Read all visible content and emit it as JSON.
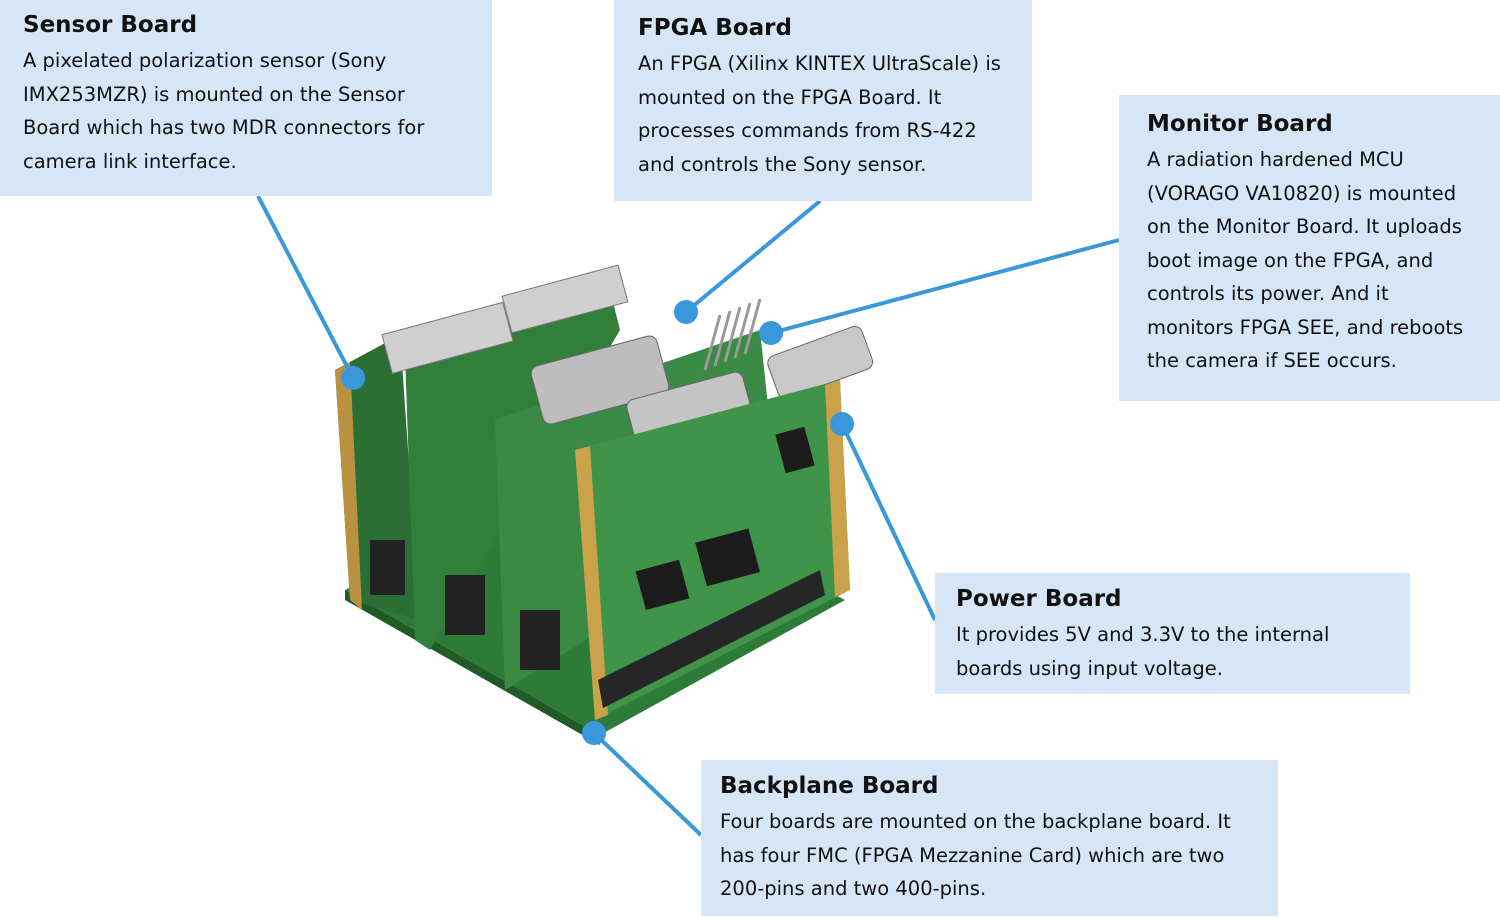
{
  "callouts": {
    "sensor": {
      "title": "Sensor Board",
      "lines": [
        "A pixelated polarization sensor (Sony",
        "IMX253MZR) is mounted on the Sensor",
        "Board which has two MDR connectors for",
        "camera link interface."
      ]
    },
    "fpga": {
      "title": "FPGA Board",
      "lines": [
        "An FPGA (Xilinx KINTEX UltraScale) is",
        "mounted on the FPGA Board. It",
        "processes commands from RS-422",
        "and controls the Sony sensor."
      ]
    },
    "monitor": {
      "title": "Monitor Board",
      "lines": [
        "A radiation hardened MCU",
        "(VORAGO VA10820) is mounted",
        "on the Monitor Board. It uploads",
        "boot image on the FPGA, and",
        "controls its power. And it",
        "monitors FPGA SEE, and reboots",
        "the camera if SEE occurs."
      ]
    },
    "power": {
      "title": "Power Board",
      "lines": [
        "It provides 5V and 3.3V to the internal",
        "boards using input voltage."
      ]
    },
    "backplane": {
      "title": "Backplane Board",
      "lines": [
        "Four boards are mounted on the backplane board. It",
        "has four FMC (FPGA Mezzanine Card) which are two",
        "200-pins and two 400-pins."
      ]
    }
  },
  "colors": {
    "callout_bg": "#d6e6f6",
    "leader_line": "#3a97d9",
    "pcb_green": "#2f7d3c",
    "gold_edge": "#c9a24a"
  }
}
